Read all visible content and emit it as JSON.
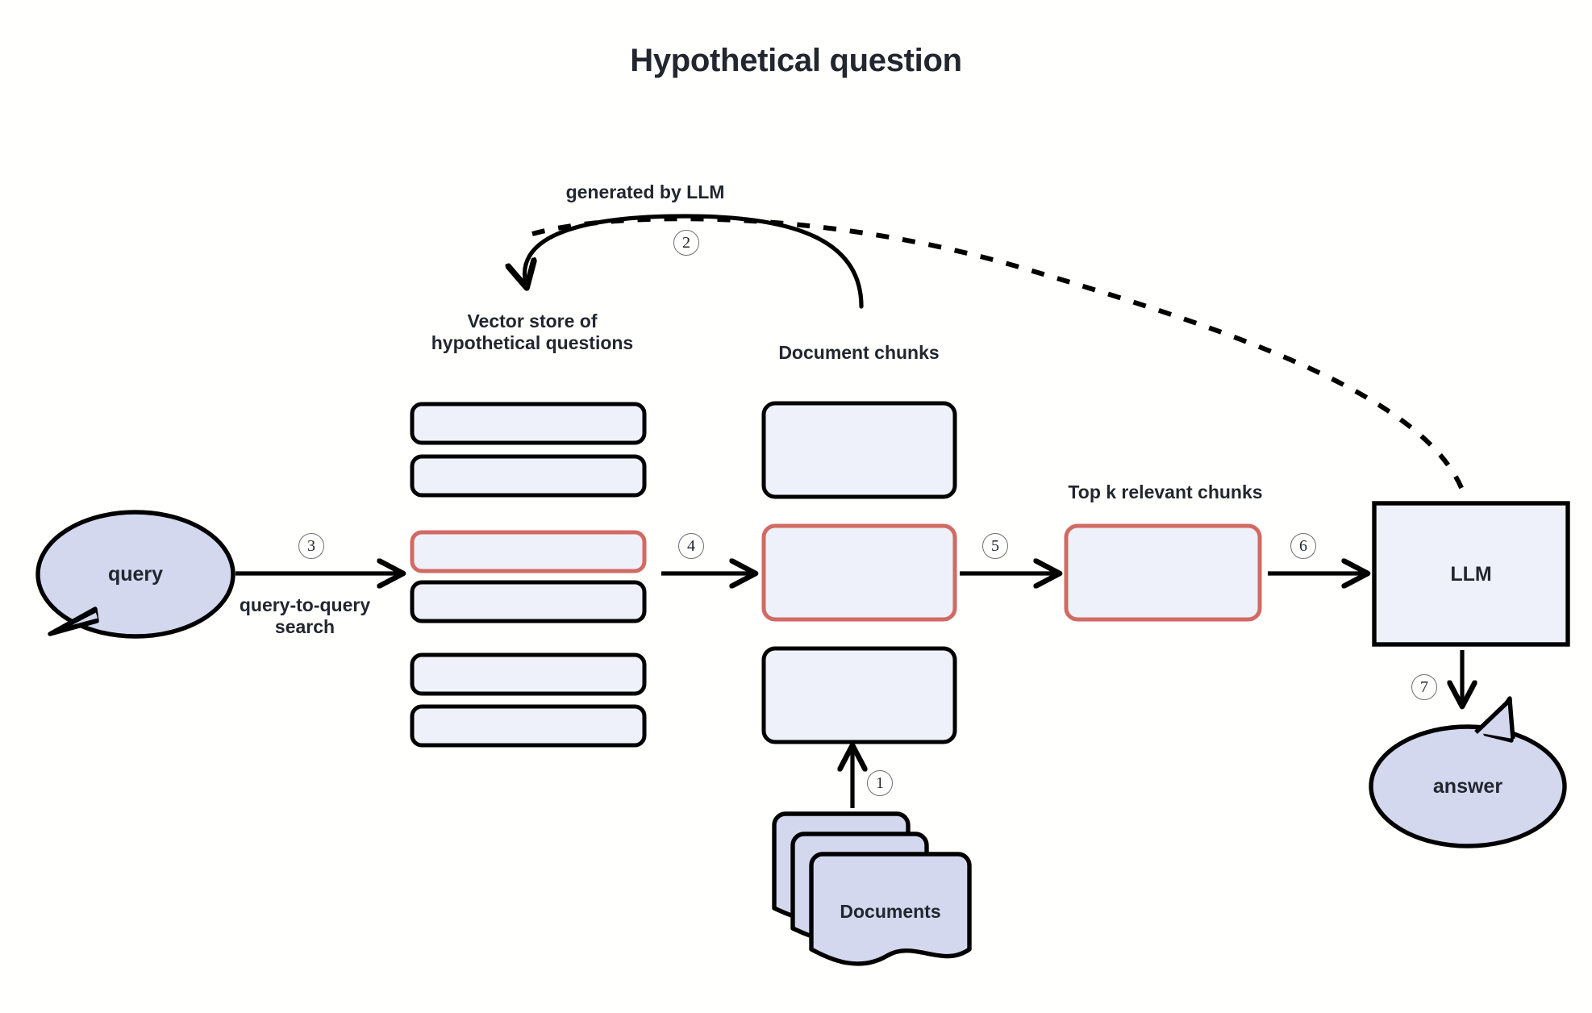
{
  "title": "Hypothetical question",
  "colors": {
    "background": "#fffffd",
    "box_fill": "#eef1f9",
    "box_stroke": "#000000",
    "highlight_stroke": "#d16a63",
    "bubble_fill": "#d3d8ef",
    "doc_fill": "#d3d8ef",
    "text": "#22262e",
    "step_circle": "#6c6f75"
  },
  "labels": {
    "generated_by_llm": "generated by LLM",
    "vector_store": "Vector store of\nhypothetical questions",
    "document_chunks": "Document chunks",
    "top_k": "Top k relevant chunks",
    "query_to_query_search": "query-to-query\nsearch"
  },
  "nodes": {
    "query": "query",
    "llm": "LLM",
    "answer": "answer",
    "documents": "Documents"
  },
  "steps": {
    "s1": "1",
    "s2": "2",
    "s3": "3",
    "s4": "4",
    "s5": "5",
    "s6": "6",
    "s7": "7"
  },
  "vector_store_rows": [
    {
      "id": "row-1",
      "highlighted": false
    },
    {
      "id": "row-2",
      "highlighted": false
    },
    {
      "id": "row-3",
      "highlighted": true
    },
    {
      "id": "row-4",
      "highlighted": false
    },
    {
      "id": "row-5",
      "highlighted": false
    },
    {
      "id": "row-6",
      "highlighted": false
    }
  ],
  "document_chunks": [
    {
      "id": "chunk-1",
      "highlighted": false
    },
    {
      "id": "chunk-2",
      "highlighted": true
    },
    {
      "id": "chunk-3",
      "highlighted": false
    }
  ],
  "top_k_chunks": [
    {
      "id": "topk-1",
      "highlighted": true
    }
  ]
}
